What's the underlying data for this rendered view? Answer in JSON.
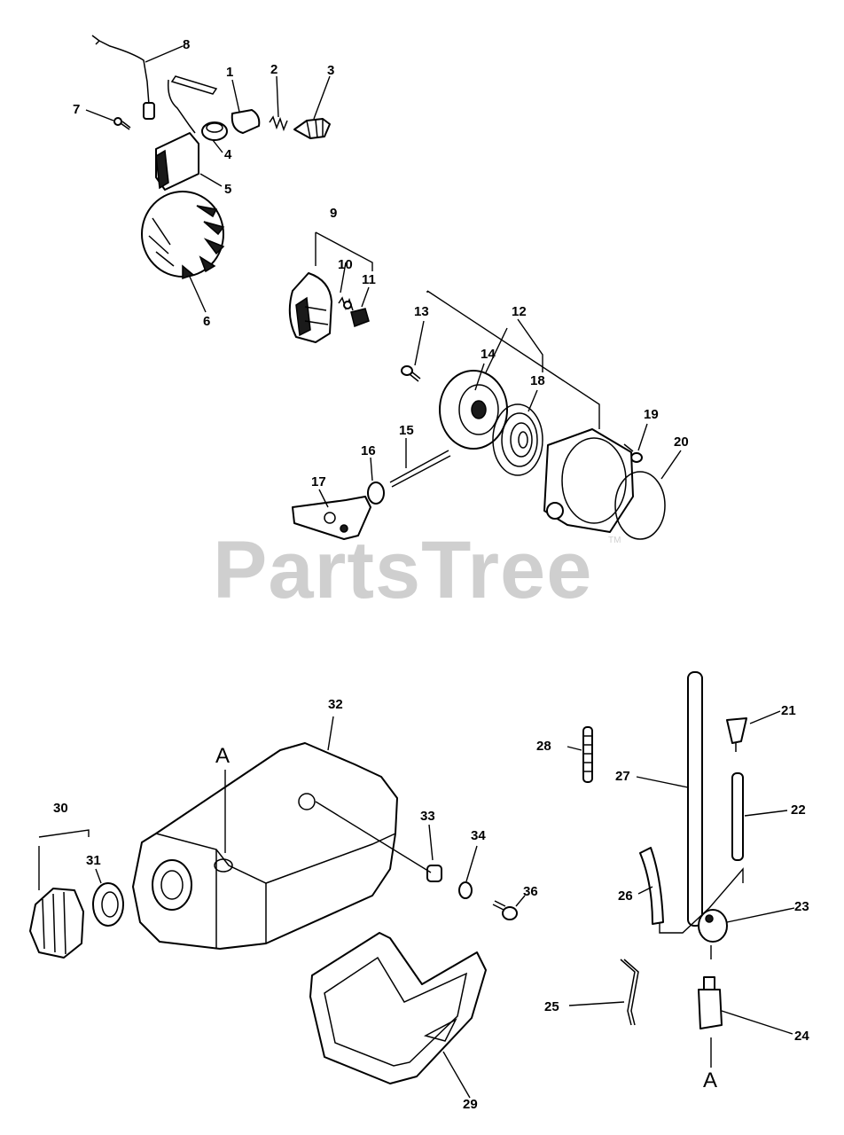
{
  "watermark": {
    "text": "PartsTree",
    "trademark": "TM"
  },
  "reference_labels": {
    "top": "A",
    "bottom": "A"
  },
  "callouts": [
    {
      "id": "1",
      "text": "1"
    },
    {
      "id": "2",
      "text": "2"
    },
    {
      "id": "3",
      "text": "3"
    },
    {
      "id": "4",
      "text": "4"
    },
    {
      "id": "5",
      "text": "5"
    },
    {
      "id": "6",
      "text": "6"
    },
    {
      "id": "7",
      "text": "7"
    },
    {
      "id": "8",
      "text": "8"
    },
    {
      "id": "9",
      "text": "9"
    },
    {
      "id": "10",
      "text": "10"
    },
    {
      "id": "11",
      "text": "11"
    },
    {
      "id": "12",
      "text": "12"
    },
    {
      "id": "13",
      "text": "13"
    },
    {
      "id": "14",
      "text": "14"
    },
    {
      "id": "15",
      "text": "15"
    },
    {
      "id": "16",
      "text": "16"
    },
    {
      "id": "17",
      "text": "17"
    },
    {
      "id": "18",
      "text": "18"
    },
    {
      "id": "19",
      "text": "19"
    },
    {
      "id": "20",
      "text": "20"
    },
    {
      "id": "21",
      "text": "21"
    },
    {
      "id": "22",
      "text": "22"
    },
    {
      "id": "23",
      "text": "23"
    },
    {
      "id": "24",
      "text": "24"
    },
    {
      "id": "25",
      "text": "25"
    },
    {
      "id": "26",
      "text": "26"
    },
    {
      "id": "27",
      "text": "27"
    },
    {
      "id": "28",
      "text": "28"
    },
    {
      "id": "29",
      "text": "29"
    },
    {
      "id": "30",
      "text": "30"
    },
    {
      "id": "31",
      "text": "31"
    },
    {
      "id": "32",
      "text": "32"
    },
    {
      "id": "33",
      "text": "33"
    },
    {
      "id": "34",
      "text": "34"
    },
    {
      "id": "36",
      "text": "36"
    }
  ]
}
